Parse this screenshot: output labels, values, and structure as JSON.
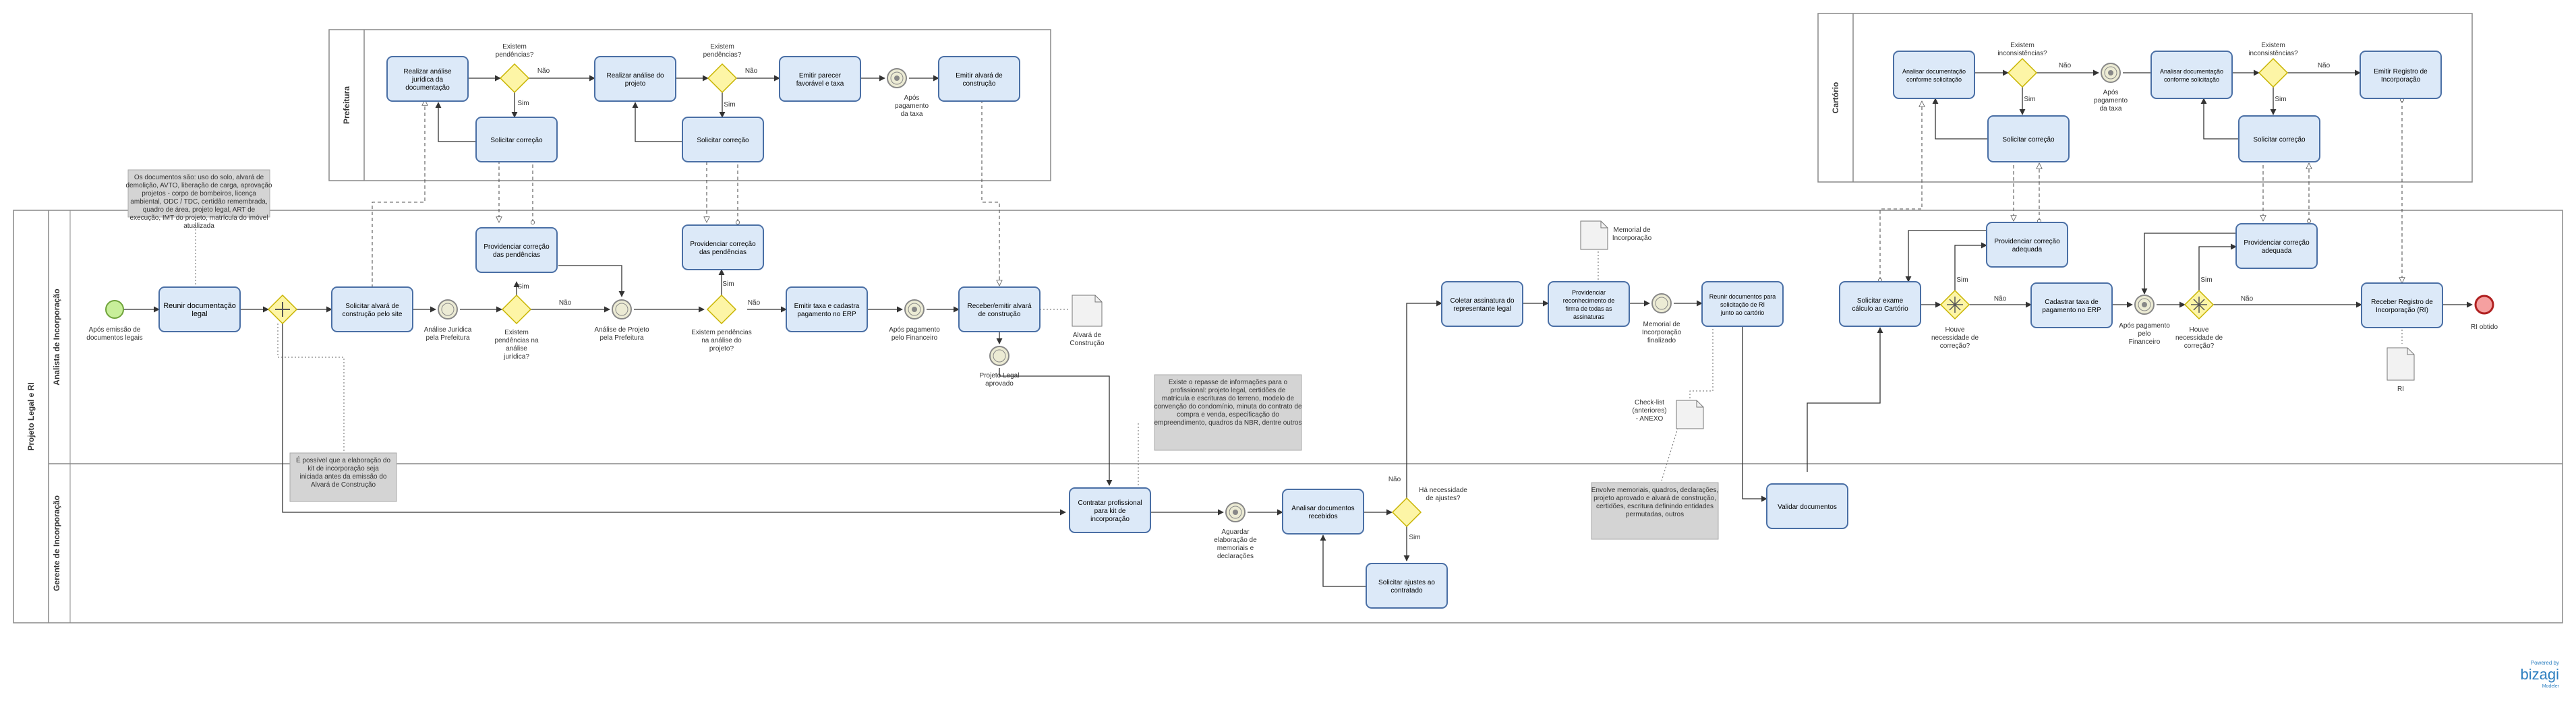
{
  "pool_main": {
    "title": "Projeto Legal e RI"
  },
  "lanes": {
    "analista": "Analista de Incorporação",
    "gerente": "Gerente de Incorporação"
  },
  "pool_prefeitura": {
    "title": "Prefeitura"
  },
  "pool_cartorio": {
    "title": "Cartório"
  },
  "events": {
    "start": "Após emissão de documentos legais",
    "analise_juridica": "Análise Jurídica pela Prefeitura",
    "analise_projeto": "Análise de Projeto pela Prefeitura",
    "pagamento_fin": "Após pagamento pelo Financeiro",
    "projeto_aprovado": "Projeto Legal aprovado",
    "aguardar_memoriais": "Aguardar elaboração de memoriais e declarações",
    "memorial_finalizado": "Memorial de Incorporação finalizado",
    "pref_pagamento": "Após pagamento da taxa",
    "cart_pagamento": "Após pagamento da taxa",
    "ri_pagamento": "Após pagamento pelo Financeiro",
    "end": "RI obtido"
  },
  "tasks": {
    "reunir_doc": "Reunir documentação legal",
    "solicitar_alvara": "Solicitar alvará de construção pelo site",
    "providenciar_correcao_1": "Providenciar correção das pendências",
    "providenciar_correcao_2": "Providenciar correção das pendências",
    "emitir_taxa": "Emitir taxa e cadastra pagamento no ERP",
    "receber_alvara": "Receber/emitir alvará de construção",
    "contratar": "Contratar profissional para kit de incorporação",
    "analisar_docs": "Analisar documentos recebidos",
    "solicitar_ajustes": "Solicitar ajustes ao contratado",
    "coletar_assinatura": "Coletar assinatura do representante legal",
    "reconhecimento_firma": "Providenciar reconhecimento de firma de todas as assinaturas",
    "reunir_docs_ri": "Reunir documentos para solicitação de RI junto ao cartório",
    "validar_docs": "Validar documentos",
    "solicitar_exame": "Solicitar exame cálculo ao Cartório",
    "cadastrar_taxa": "Cadastrar taxa de pagamento no ERP",
    "providenciar_adequada_1": "Providenciar correção adequada",
    "providenciar_adequada_2": "Providenciar correção adequada",
    "receber_registro": "Receber Registro de Incorporação (RI)",
    "pref_analise_juridica": "Realizar análise jurídica da documentação",
    "pref_solicitar_correcao_1": "Solicitar correção",
    "pref_analise_projeto": "Realizar análise do projeto",
    "pref_solicitar_correcao_2": "Solicitar correção",
    "pref_emitir_parecer": "Emitir parecer favorável e taxa",
    "pref_emitir_alvara": "Emitir alvará de construção",
    "cart_analisar_1": "Analisar documentação conforme solicitação",
    "cart_solicitar_correcao_1": "Solicitar correção",
    "cart_analisar_2": "Analisar documentação conforme solicitação",
    "cart_solicitar_correcao_2": "Solicitar correção",
    "cart_emitir_registro": "Emitir Registro de Incorporação"
  },
  "gateways": {
    "pend_juridica": "Existem pendências na análise jurídica?",
    "pend_projeto": "Existem pendências na análise do projeto?",
    "ajustes": "Há necessidade de ajustes?",
    "nec_correcao_1": "Houve necessidade de correção?",
    "nec_correcao_2": "Houve necessidade de correção?",
    "pref_pend_1": "Existem pendências?",
    "pref_pend_2": "Existem pendências?",
    "cart_inc_1": "Existem inconsistências?",
    "cart_inc_2": "Existem inconsistências?"
  },
  "labels": {
    "sim": "Sim",
    "nao": "Não"
  },
  "artifacts": {
    "alvara": "Alvará de Construção",
    "memorial": "Memorial de Incorporação",
    "checklist": "Check-list (anteriores) - ANEXO",
    "ri": "RI"
  },
  "annotations": {
    "documentos": "Os documentos são: uso do solo, alvará de demolição, AVTO, liberação de carga, aprovação projetos - corpo de bombeiros, licença ambiental, ODC / TDC, certidão remembrada, quadro de área, projeto legal, ART de execução, IMT do projeto, matrícula do imóvel atualizada",
    "kit": "É possível que a elaboração do kit de incorporação seja iniciada antes da emissão do Alvará de Construção",
    "repasse": "Existe o repasse de informações para o profissional: projeto legal, certidões de matrícula e escrituras do terreno, modelo de convenção do condomínio, minuta do contrato de compra e venda, especificação do empreendimento, quadros da NBR, dentre outros",
    "memoriais": "Envolve memoriais, quadros, declarações, projeto aprovado e alvará de construção, certidões, escritura definindo entidades permutadas, outros"
  },
  "brand": {
    "powered_by": "Powered by",
    "name": "bizagi",
    "product": "Modeler"
  },
  "colors": {
    "task_fill": "#dce9f8",
    "task_stroke": "#4a6fa5",
    "gateway_fill": "#fdf5a6",
    "gateway_stroke": "#c8b400",
    "start_fill": "#c8ef9a",
    "start_stroke": "#6ea33a",
    "end_fill": "#f5a0a0",
    "end_stroke": "#b02020",
    "intermediate_fill": "#ecebd4",
    "annotation_fill": "#d4d4d4",
    "brand": "#2d7fc0"
  }
}
